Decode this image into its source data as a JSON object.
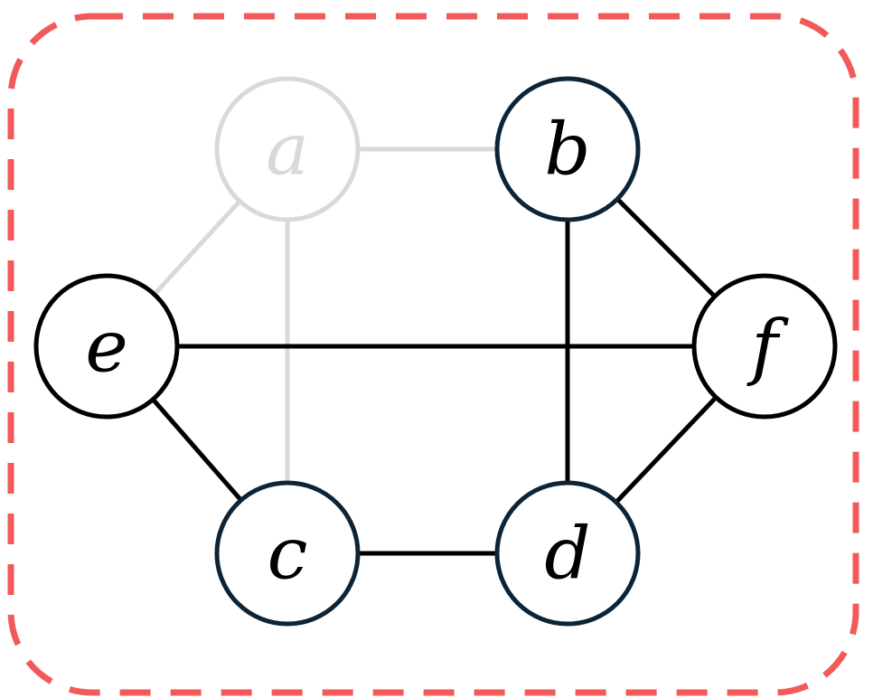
{
  "colors": {
    "frame_border": "#f25a5a",
    "active_stroke": "#000000",
    "highlight_node_stroke": "#0d2436",
    "faded": "#d9d9d9",
    "node_fill": "#ffffff",
    "label_active": "#000000",
    "label_faded": "#d9d9d9"
  },
  "graph": {
    "nodes": [
      {
        "id": "a",
        "label": "a",
        "state": "faded"
      },
      {
        "id": "b",
        "label": "b",
        "state": "highlighted"
      },
      {
        "id": "c",
        "label": "c",
        "state": "highlighted"
      },
      {
        "id": "d",
        "label": "d",
        "state": "highlighted"
      },
      {
        "id": "e",
        "label": "e",
        "state": "active"
      },
      {
        "id": "f",
        "label": "f",
        "state": "active"
      }
    ],
    "edges": [
      {
        "from": "a",
        "to": "b",
        "state": "faded"
      },
      {
        "from": "a",
        "to": "e",
        "state": "faded"
      },
      {
        "from": "a",
        "to": "c",
        "state": "faded"
      },
      {
        "from": "b",
        "to": "f",
        "state": "active"
      },
      {
        "from": "b",
        "to": "d",
        "state": "active"
      },
      {
        "from": "e",
        "to": "f",
        "state": "active"
      },
      {
        "from": "e",
        "to": "c",
        "state": "active"
      },
      {
        "from": "c",
        "to": "d",
        "state": "active"
      },
      {
        "from": "d",
        "to": "f",
        "state": "active"
      }
    ]
  }
}
